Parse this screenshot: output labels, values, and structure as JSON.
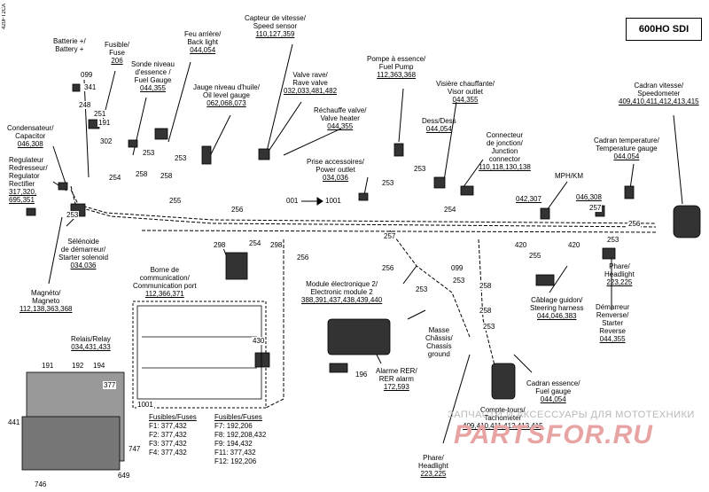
{
  "sheet_id": "420FT2CA",
  "model": "600HO SDI",
  "labels": {
    "battery": [
      "Batterie +/",
      "Battery +"
    ],
    "fuse": [
      "Fusible/",
      "Fuse",
      "206"
    ],
    "fuel_sender": [
      "Sonde niveau",
      "d'essence /",
      "Fuel Gauge",
      "044,355"
    ],
    "back_light": [
      "Feu arrière/",
      "Back light",
      "044,054"
    ],
    "speed_sensor": [
      "Capteur de vitesse/",
      "Speed sensor",
      "110,127,359"
    ],
    "oil_gauge": [
      "Jauge niveau d'huile/",
      "Oil level gauge",
      "062,068,073"
    ],
    "rave_valve": [
      "Valve rave/",
      "Rave valve",
      "032,033,481,482"
    ],
    "fuel_pump": [
      "Pompe à essence/",
      "Fuel Pump",
      "112,363,368"
    ],
    "visor_outlet": [
      "Visière chauffante/",
      "Visor outlet",
      "044,355"
    ],
    "valve_heater": [
      "Réchauffe valve/",
      "Valve heater",
      "044,355"
    ],
    "dess": [
      "Dess/Dess",
      "044,054"
    ],
    "junction": [
      "Connecteur",
      "de jonction/",
      "Junction",
      "connector",
      "110,118,130,138"
    ],
    "power_outlet": [
      "Prise accessoires/",
      "Power outlet",
      "034,036"
    ],
    "speedometer": [
      "Cadran vitesse/",
      "Speedometer",
      "409,410,411,412,413,415"
    ],
    "temp_gauge": [
      "Cadran temperature/",
      "Temperature gauge",
      "044,054"
    ],
    "mph_km": [
      "MPH/KM",
      "042,307",
      "046,308"
    ],
    "capacitor": [
      "Condensateur/",
      "Capacitor",
      "046,308"
    ],
    "regulator": [
      "Regulateur",
      "Redresseur/",
      "Regulator",
      "Rectifier",
      "317,320,",
      "695,351"
    ],
    "starter_solenoid": [
      "Sélénoide",
      "de démarreur/",
      "Starter solenoid",
      "034,036"
    ],
    "magneto": [
      "Magnéto/",
      "Magneto",
      "112,138,363,368"
    ],
    "comm_port": [
      "Borne de",
      "communication/",
      "Communication port",
      "112,366,371"
    ],
    "module2": [
      "Module électronique 2/",
      "Electronic module 2",
      "388,391,437,438,439,440"
    ],
    "chassis_ground": [
      "Masse",
      "Châssis/",
      "Chassis",
      "ground"
    ],
    "rer_alarm": [
      "Alarme RER/",
      "RER alarm",
      "172,593"
    ],
    "steering_harness": [
      "Câblage guidon/",
      "Steering harness",
      "044,046,383"
    ],
    "headlight_right": [
      "Phare/",
      "Headlight",
      "223,225"
    ],
    "reverse_starter": [
      "Démarreur",
      "Renverse/",
      "Starter",
      "Reverse",
      "044,355"
    ],
    "relay": [
      "Relais/Relay",
      "034,431,433"
    ],
    "fuel_gauge": [
      "Cadran essence/",
      "Fuel gauge",
      "044,054"
    ],
    "tachometer": [
      "Compte-tours/",
      "Tachometer",
      "409,410,411,412,413,415"
    ],
    "headlight_bottom": [
      "Phare/",
      "Headlight",
      "223,225"
    ]
  },
  "wire_numbers": [
    "099",
    "341",
    "248",
    "251",
    "191",
    "302",
    "253",
    "253",
    "258",
    "254",
    "255",
    "253",
    "258",
    "256",
    "298",
    "254",
    "298",
    "256",
    "001",
    "1001",
    "253",
    "253",
    "254",
    "257",
    "420",
    "420",
    "253",
    "256",
    "257",
    "255",
    "256",
    "099",
    "253",
    "258",
    "258",
    "253",
    "253",
    "430",
    "1001",
    "196",
    "191",
    "192",
    "194",
    "377",
    "441",
    "747",
    "746",
    "649"
  ],
  "fuses_left": {
    "heading": "Fusibles/Fuses",
    "rows": [
      "F1: 377,432",
      "F2: 377,432",
      "F3: 377,432",
      "F4: 377,432"
    ]
  },
  "fuses_right": {
    "heading": "Fusibles/Fuses",
    "rows": [
      "F7: 192,206",
      "F8: 192,208,432",
      "F9: 194,432",
      "F11: 377,432",
      "F12: 192,206"
    ]
  },
  "watermark": {
    "line1": "ЗАПЧАСТИ И АКСЕССУАРЫ ДЛЯ МОТОТЕХНИКИ",
    "line2": "PARTSFOR.RU"
  }
}
